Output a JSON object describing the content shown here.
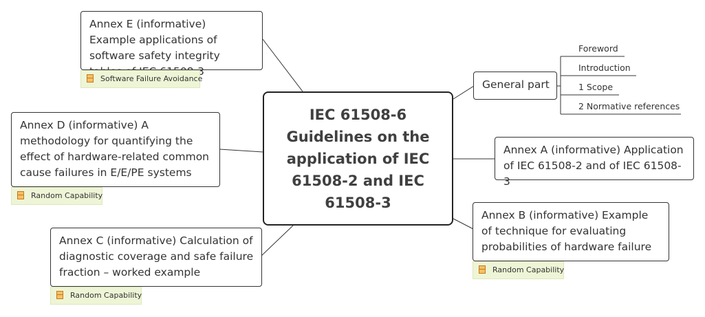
{
  "central_topic": "IEC 61508-6 Guidelines on the application of IEC 61508-2 and IEC 61508-3",
  "nodes": {
    "annex_e": "Annex E (informative) Example applications of software safety integrity tables of IEC 61508-3",
    "annex_d": "Annex D (informative) A methodology for quantifying the effect of hardware-related common cause failures in E/E/PE systems",
    "annex_c": "Annex C (informative) Calculation of diagnostic coverage and safe failure fraction – worked example",
    "general_part": "General part",
    "annex_a": "Annex A (informative) Application of IEC 61508-2 and of IEC 61508-3",
    "annex_b": "Annex B (informative) Example of technique for evaluating probabilities of hardware failure"
  },
  "tags": {
    "annex_e": "Software Failure Avoidance",
    "annex_d": "Random Capability",
    "annex_c": "Random Capability",
    "annex_b": "Random Capability"
  },
  "general_part_subtopics": [
    "Foreword",
    "Introduction",
    "1 Scope",
    "2 Normative references"
  ],
  "colors": {
    "line": "#333333",
    "tag_background": "#eef5d6",
    "tag_icon": "#f6c064"
  }
}
